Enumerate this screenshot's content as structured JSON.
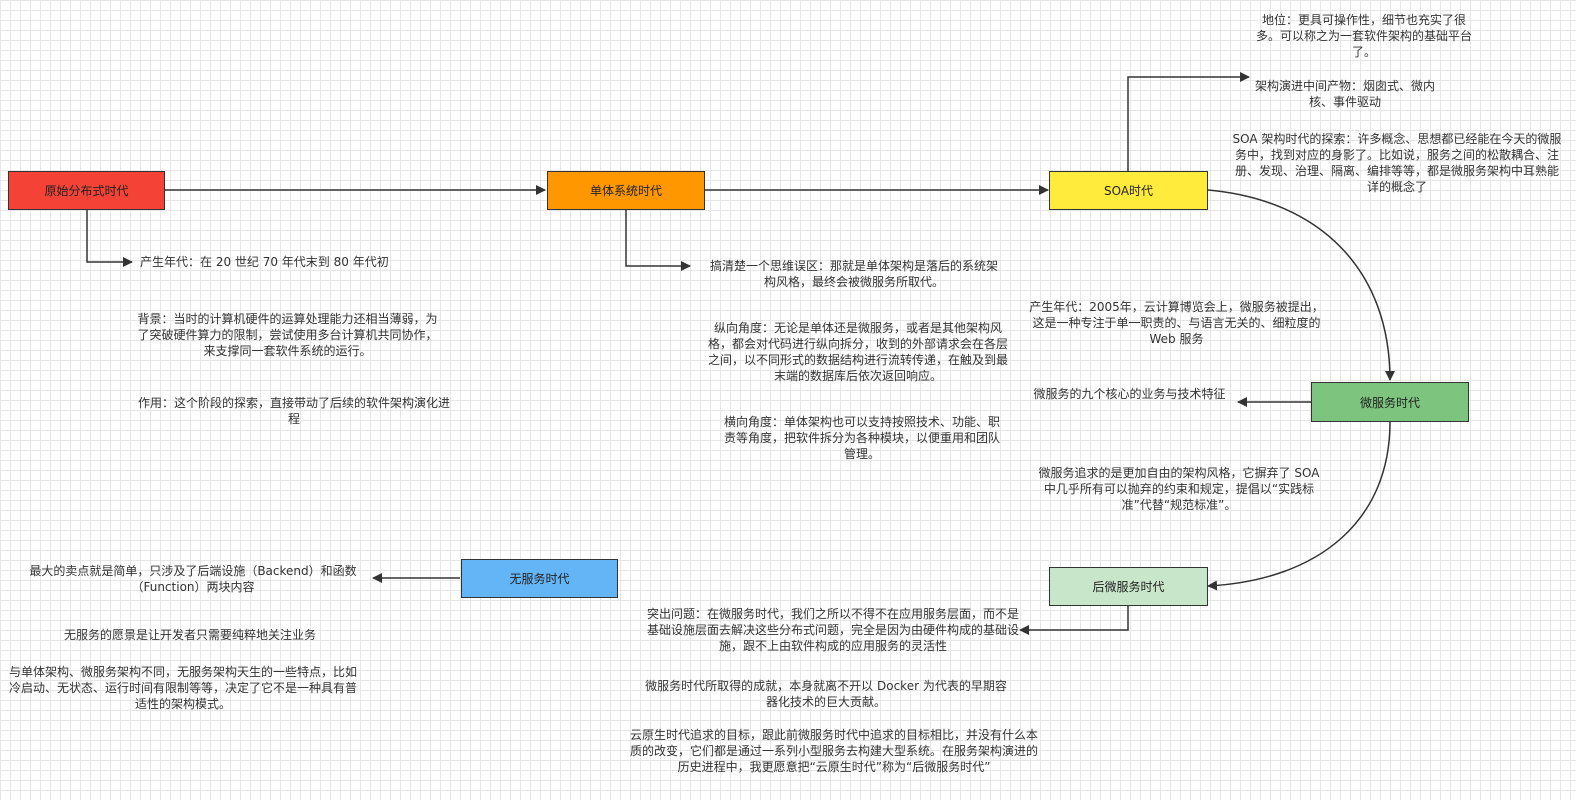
{
  "colors": {
    "primitive": "#f44336",
    "monolith": "#ff9800",
    "soa": "#ffeb3b",
    "microservices": "#7dc47e",
    "post_micro": "#c8e6c9",
    "serverless": "#64b5f6"
  },
  "nodes": {
    "primitive": "原始分布式时代",
    "monolith": "单体系统时代",
    "soa": "SOA时代",
    "microservices": "微服务时代",
    "post_micro": "后微服务时代",
    "serverless": "无服务时代"
  },
  "notes": {
    "primitive_era": "产生年代：在 20 世纪 70 年代末到 80 年代初",
    "primitive_background": "背景：当时的计算机硬件的运算处理能力还相当薄弱，为了突破硬件算力的限制，尝试使用多台计算机共同协作，来支撑同一套软件系统的运行。",
    "primitive_effect": "作用：这个阶段的探索，直接带动了后续的软件架构演化进程",
    "monolith_myth": "搞清楚一个思维误区：那就是单体架构是落后的系统架构风格，最终会被微服务所取代。",
    "monolith_vertical": "纵向角度：无论是单体还是微服务，或者是其他架构风格，都会对代码进行纵向拆分，收到的外部请求会在各层之间，以不同形式的数据结构进行流转传递，在触及到最末端的数据库后依次返回响应。",
    "monolith_horizontal": "横向角度：单体架构也可以支持按照技术、功能、职责等角度，把软件拆分为各种模块，以便重用和团队管理。",
    "soa_status": "地位：更具可操作性，细节也充实了很多。可以称之为一套软件架构的基础平台了。",
    "soa_intermediate": "架构演进中间产物：烟囱式、微内核、事件驱动",
    "soa_exploration": "SOA 架构时代的探索：许多概念、思想都已经能在今天的微服务中，找到对应的身影了。比如说，服务之间的松散耦合、注册、发现、治理、隔离、编排等等，都是微服务架构中耳熟能详的概念了",
    "micro_era": "产生年代：2005年，云计算博览会上，微服务被提出，这是一种专注于单一职责的、与语言无关的、细粒度的 Web 服务",
    "micro_features": "微服务的九个核心的业务与技术特征",
    "micro_pursuit": "微服务追求的是更加自由的架构风格，它摒弃了 SOA 中几乎所有可以抛弃的约束和规定，提倡以“实践标准”代替“规范标准”。",
    "post_problem": "突出问题：在微服务时代，我们之所以不得不在应用服务层面，而不是基础设施层面去解决这些分布式问题，完全是因为由硬件构成的基础设施，跟不上由软件构成的应用服务的灵活性",
    "post_achievement": "微服务时代所取得的成就，本身就离不开以 Docker 为代表的早期容器化技术的巨大贡献。",
    "post_cloud_native": "云原生时代追求的目标，跟此前微服务时代中追求的目标相比，并没有什么本质的改变，它们都是通过一系列小型服务去构建大型系统。在服务架构演进的历史进程中，我更愿意把“云原生时代”称为“后微服务时代”",
    "serverless_selling": "最大的卖点就是简单，只涉及了后端设施（Backend）和函数（Function）两块内容",
    "serverless_vision": "无服务的愿景是让开发者只需要纯粹地关注业务",
    "serverless_traits": "与单体架构、微服务架构不同，无服务架构天生的一些特点，比如冷启动、无状态、运行时间有限制等等，决定了它不是一种具有普适性的架构模式。"
  }
}
